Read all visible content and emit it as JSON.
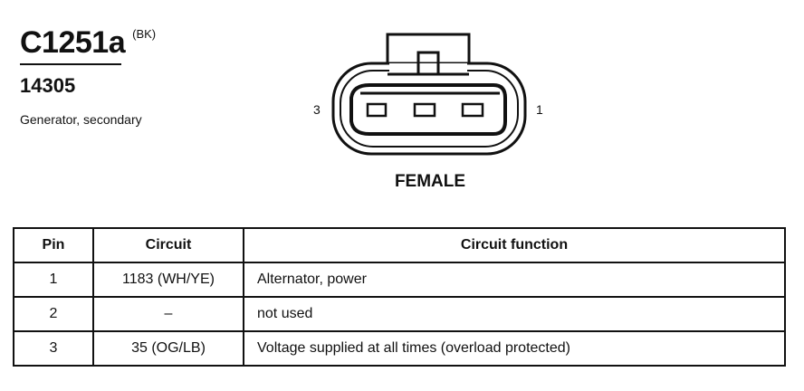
{
  "connector": {
    "id": "C1251a",
    "color_code": "(BK)",
    "part_number": "14305",
    "description": "Generator, secondary",
    "gender": "FEMALE",
    "pin_label_left": "3",
    "pin_label_right": "1"
  },
  "table": {
    "headers": {
      "pin": "Pin",
      "circuit": "Circuit",
      "function": "Circuit function"
    },
    "rows": [
      {
        "pin": "1",
        "circuit": "1183 (WH/YE)",
        "function": "Alternator, power"
      },
      {
        "pin": "2",
        "circuit": "–",
        "function": "not used"
      },
      {
        "pin": "3",
        "circuit": "35 (OG/LB)",
        "function": "Voltage supplied at all times (overload protected)"
      }
    ]
  }
}
